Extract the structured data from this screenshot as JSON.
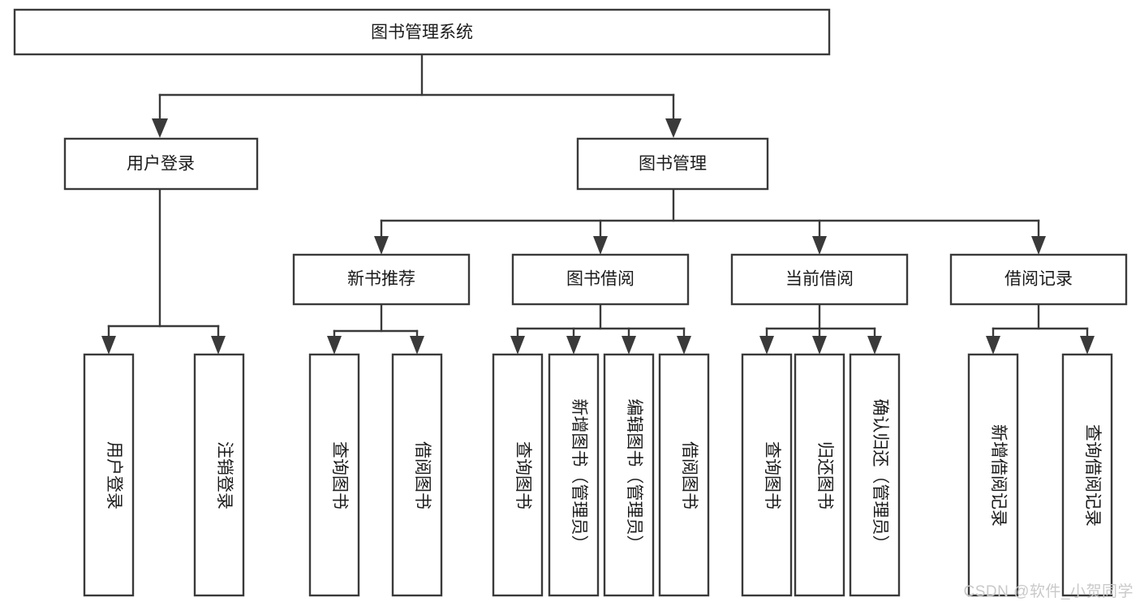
{
  "diagram": {
    "title_node": {
      "label": "图书管理系统"
    },
    "level2": [
      {
        "id": "user-login",
        "label": "用户登录"
      },
      {
        "id": "book-management",
        "label": "图书管理"
      }
    ],
    "level3": [
      {
        "id": "new-book-recommend",
        "label": "新书推荐"
      },
      {
        "id": "book-borrow",
        "label": "图书借阅"
      },
      {
        "id": "current-borrow",
        "label": "当前借阅"
      },
      {
        "id": "borrow-record",
        "label": "借阅记录"
      }
    ],
    "leaves": [
      {
        "id": "leaf-user-login",
        "label": "用户登录",
        "parent": "user-login"
      },
      {
        "id": "leaf-logout",
        "label": "注销登录",
        "parent": "user-login"
      },
      {
        "id": "leaf-query-book-1",
        "label": "查询图书",
        "parent": "new-book-recommend"
      },
      {
        "id": "leaf-borrow-book-1",
        "label": "借阅图书",
        "parent": "new-book-recommend"
      },
      {
        "id": "leaf-query-book-2",
        "label": "查询图书",
        "parent": "book-borrow"
      },
      {
        "id": "leaf-add-book",
        "label": "新增图书（管理员）",
        "parent": "book-borrow"
      },
      {
        "id": "leaf-edit-book",
        "label": "编辑图书（管理员）",
        "parent": "book-borrow"
      },
      {
        "id": "leaf-borrow-book-2",
        "label": "借阅图书",
        "parent": "book-borrow"
      },
      {
        "id": "leaf-query-book-3",
        "label": "查询图书",
        "parent": "current-borrow"
      },
      {
        "id": "leaf-return-book",
        "label": "归还图书",
        "parent": "current-borrow"
      },
      {
        "id": "leaf-confirm-return",
        "label": "确认归还（管理员）",
        "parent": "current-borrow"
      },
      {
        "id": "leaf-add-record",
        "label": "新增借阅记录",
        "parent": "borrow-record"
      },
      {
        "id": "leaf-query-record",
        "label": "查询借阅记录",
        "parent": "borrow-record"
      }
    ]
  },
  "watermark": {
    "text": "CSDN @软件_小贺同学"
  },
  "colors": {
    "stroke": "#3a3a3a",
    "fill": "#ffffff",
    "text": "#1b1b1b",
    "watermark": "#c9c9c9"
  }
}
